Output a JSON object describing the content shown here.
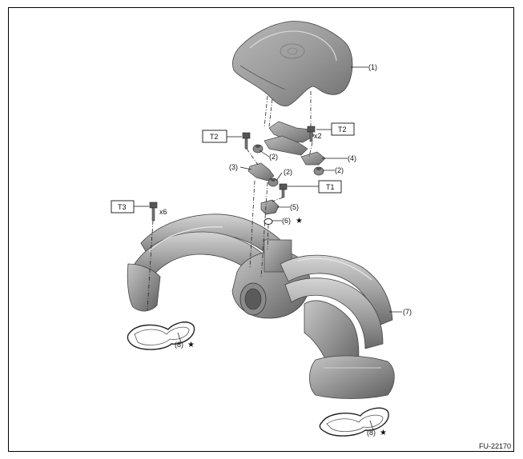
{
  "diagram": {
    "callouts": {
      "c1": "(1)",
      "c2a": "(2)",
      "c2b": "(2)",
      "c2c": "(2)",
      "c3": "(3)",
      "c4": "(4)",
      "c5": "(5)",
      "c6": "(6)",
      "c7": "(7)",
      "c8a": "(8)",
      "c8b": "(8)"
    },
    "torque_tags": {
      "t2_left": "T2",
      "t2_right": "T2",
      "t1": "T1",
      "t3": "T3"
    },
    "quantities": {
      "x2": "x2",
      "x6": "x6"
    },
    "star_symbol": "★",
    "figure_code": "FU-22170"
  }
}
